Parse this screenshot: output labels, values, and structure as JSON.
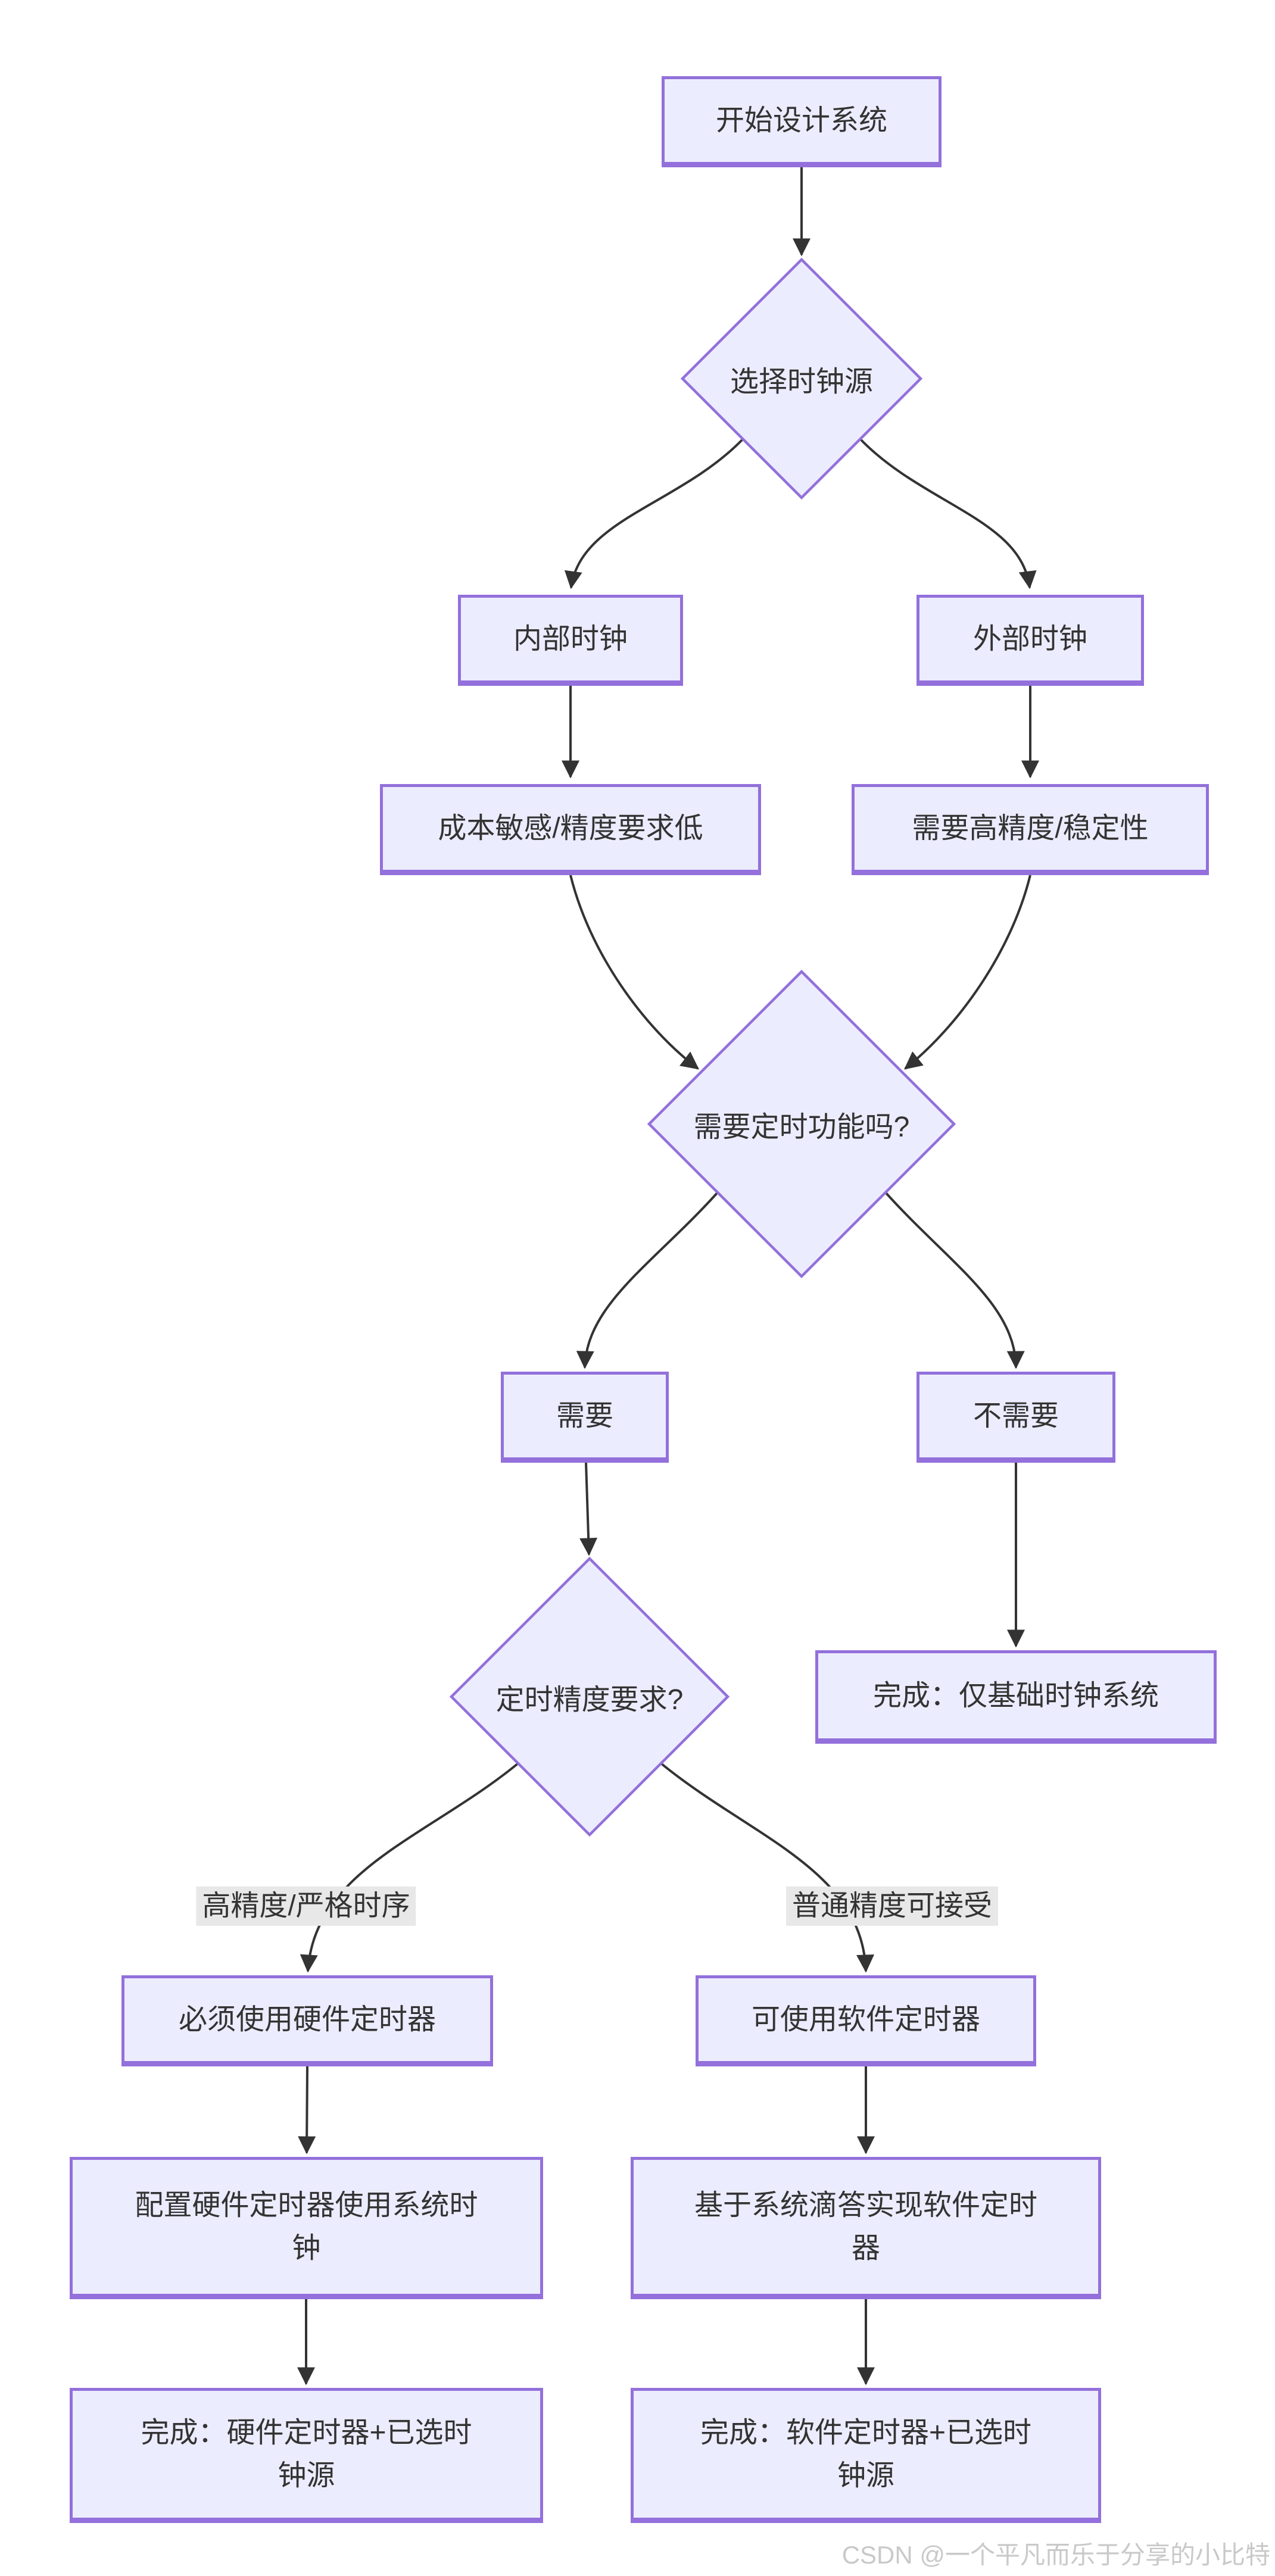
{
  "diagram": {
    "title_hint": "clock-and-timer-design-flowchart",
    "nodes": {
      "start": "开始设计系统",
      "choose_clock_source": "选择时钟源",
      "internal_clock": "内部时钟",
      "external_clock": "外部时钟",
      "cost_sensitive": "成本敏感/精度要求低",
      "need_high_precision": "需要高精度/稳定性",
      "need_timing_question": "需要定时功能吗?",
      "need": "需要",
      "no_need": "不需要",
      "timing_precision_question": "定时精度要求?",
      "done_basic_clock": "完成：仅基础时钟系统",
      "must_hardware_timer": "必须使用硬件定时器",
      "can_software_timer": "可使用软件定时器",
      "configure_hardware_timer": "配置硬件定时器使用系统时钟",
      "software_timer_on_tick": "基于系统滴答实现软件定时器",
      "done_hardware_timer": "完成：硬件定时器+已选时钟源",
      "done_software_timer": "完成：软件定时器+已选时钟源"
    },
    "edge_labels": {
      "high_precision_strict_timing": "高精度/严格时序",
      "normal_precision_acceptable": "普通精度可接受"
    },
    "colors": {
      "node_fill": "#ECECFF",
      "node_border": "#9370DB",
      "edge": "#333333",
      "edge_label_bg": "#e8e8e8",
      "text": "#333333",
      "watermark": "#c9c9c9"
    },
    "watermark": "CSDN @一个平凡而乐于分享的小比特"
  }
}
